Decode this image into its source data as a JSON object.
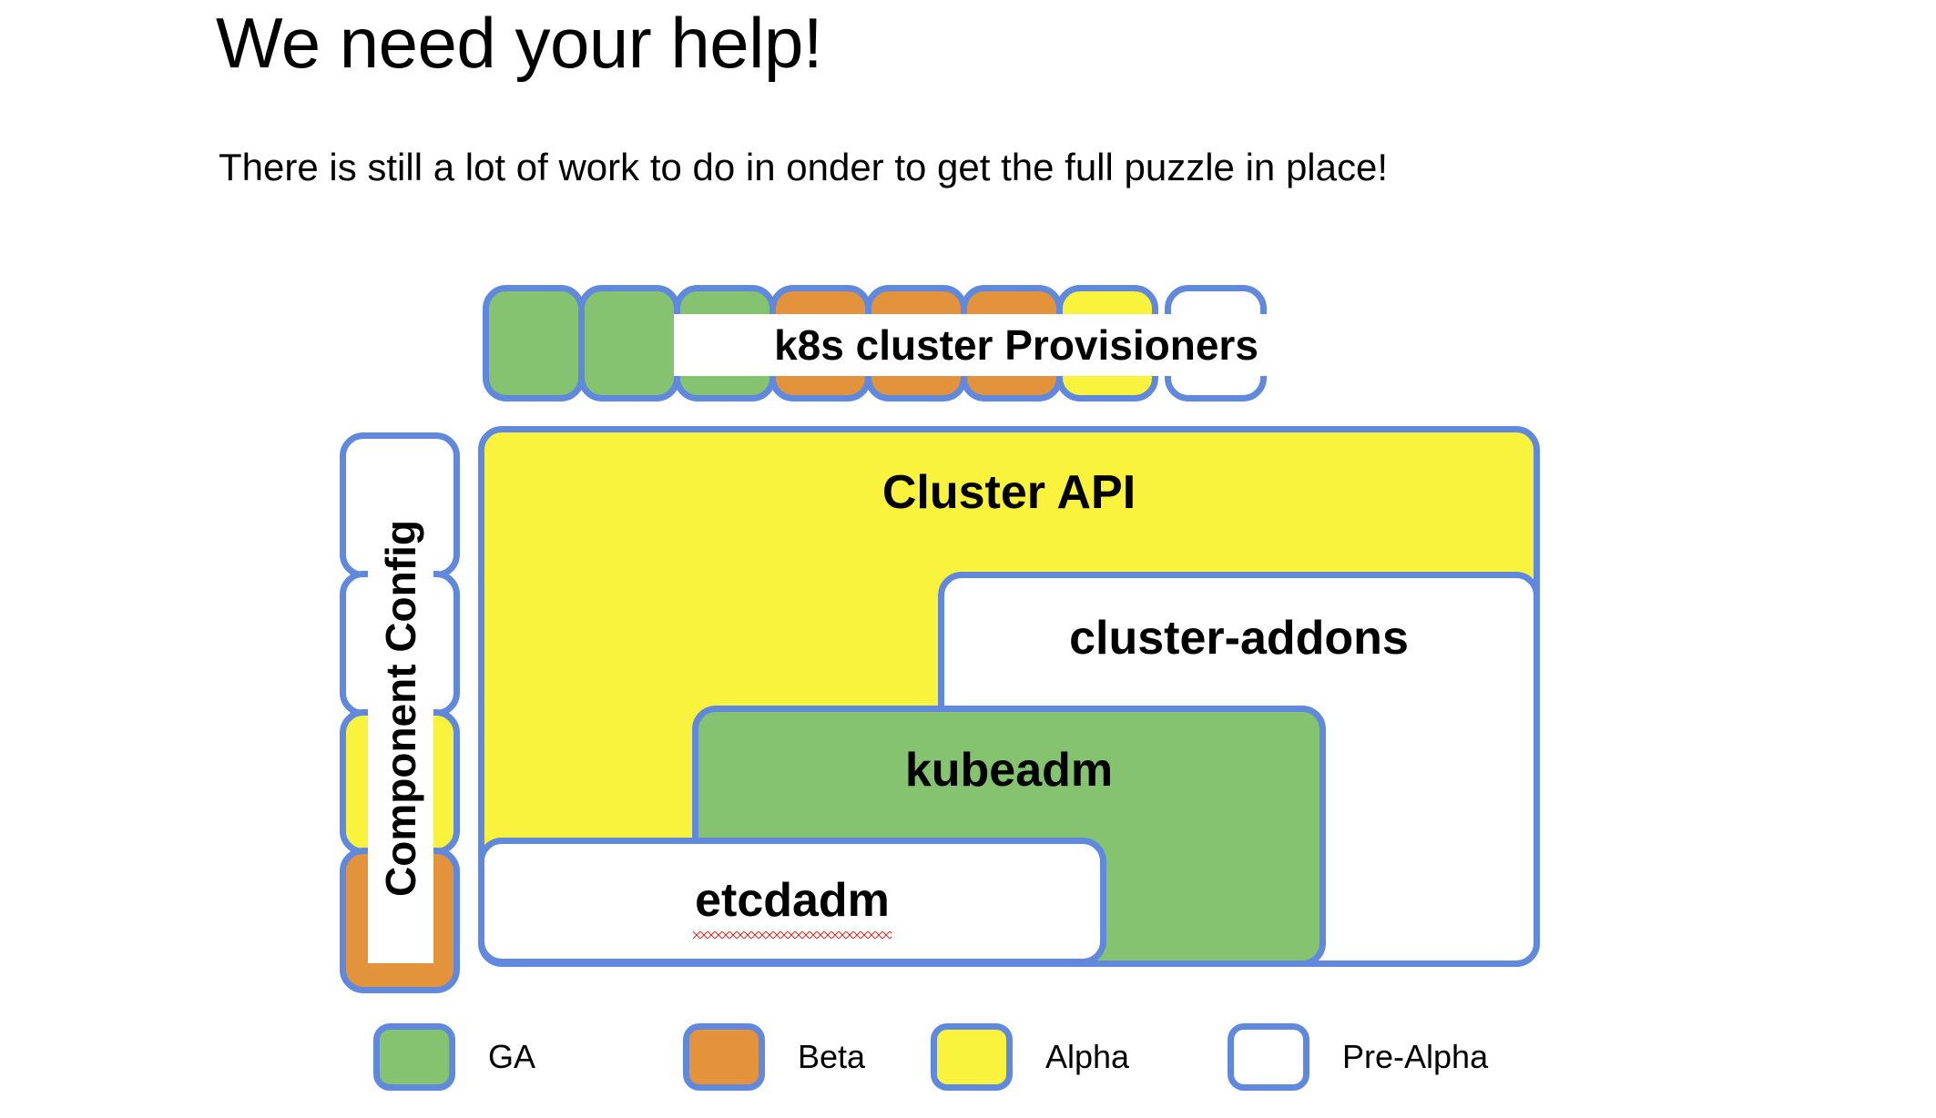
{
  "slide": {
    "title": "We need your help!",
    "subtitle": "There is still a lot of work to do in onder to get the full puzzle in place!"
  },
  "colors": {
    "border": "#6089DE",
    "ga": "#85C371",
    "beta": "#E3933C",
    "alpha": "#FAF33E",
    "pre_alpha": "#FFFFFF",
    "spellcheck": "#E8302B"
  },
  "provisioner_row": {
    "banner_label": "k8s cluster Provisioners",
    "pills": [
      {
        "status": "GA",
        "fill": "#85C371"
      },
      {
        "status": "GA",
        "fill": "#85C371"
      },
      {
        "status": "GA",
        "fill": "#85C371"
      },
      {
        "status": "Beta",
        "fill": "#E3933C"
      },
      {
        "status": "Beta",
        "fill": "#E3933C"
      },
      {
        "status": "Beta",
        "fill": "#E3933C"
      },
      {
        "status": "Alpha",
        "fill": "#FAF33E"
      },
      {
        "status": "Pre-Alpha",
        "fill": "#FFFFFF"
      }
    ]
  },
  "component_config": {
    "banner_label": "Component Config",
    "pills": [
      {
        "status": "Pre-Alpha",
        "fill": "#FFFFFF"
      },
      {
        "status": "Pre-Alpha",
        "fill": "#FFFFFF"
      },
      {
        "status": "Alpha",
        "fill": "#FAF33E"
      },
      {
        "status": "Beta",
        "fill": "#E3933C"
      }
    ]
  },
  "stack": {
    "cluster_api": {
      "label": "Cluster API",
      "status": "Alpha",
      "fill": "#FAF33E"
    },
    "cluster_addons": {
      "label": "cluster-addons",
      "status": "Pre-Alpha",
      "fill": "#FFFFFF"
    },
    "kubeadm": {
      "label": "kubeadm",
      "status": "GA",
      "fill": "#85C371"
    },
    "etcdadm": {
      "label": "etcdadm",
      "status": "Pre-Alpha",
      "fill": "#FFFFFF",
      "misspelled": true
    }
  },
  "legend": {
    "items": [
      {
        "label": "GA",
        "fill": "#85C371"
      },
      {
        "label": "Beta",
        "fill": "#E3933C"
      },
      {
        "label": "Alpha",
        "fill": "#FAF33E"
      },
      {
        "label": "Pre-Alpha",
        "fill": "#FFFFFF"
      }
    ]
  }
}
